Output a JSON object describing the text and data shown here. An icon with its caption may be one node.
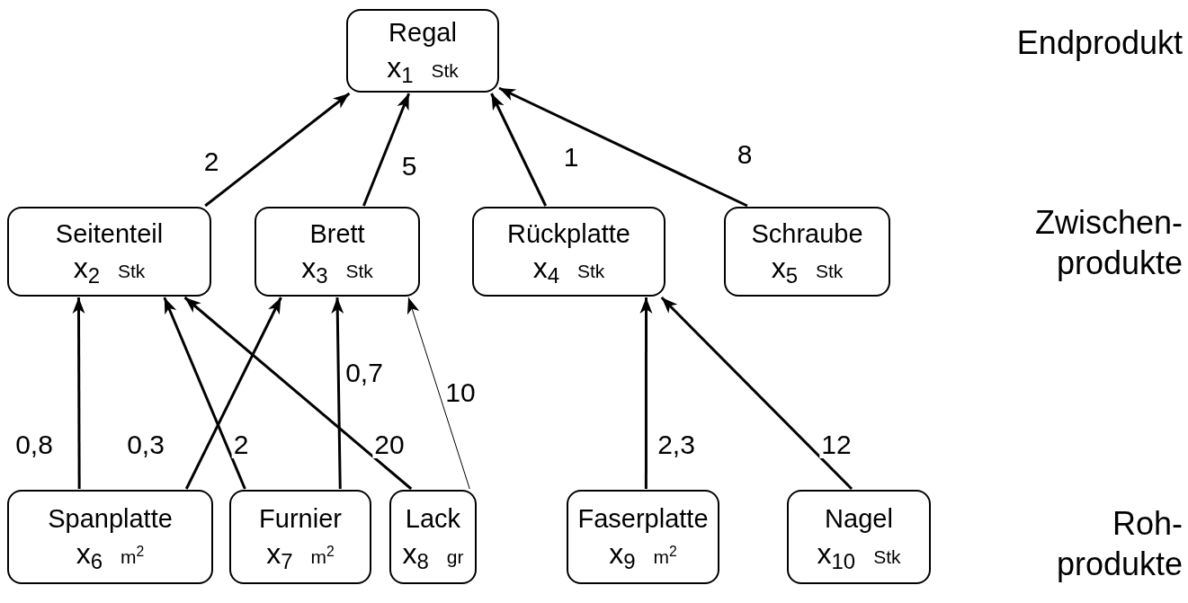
{
  "diagram": {
    "nodes": [
      {
        "text": [
          "Regal",
          "x$_{1}$",
          "Stk"
        ]
      },
      {
        "text": [
          "Seitenteil",
          "x$_{2}$",
          "Stk"
        ]
      },
      {
        "text": [
          "Brett",
          "x$_{3}$",
          "Stk"
        ]
      },
      {
        "text": [
          "Rückplatte",
          "x$_{4}$",
          "Stk"
        ]
      },
      {
        "text": [
          "Schraube",
          "x$_{5}$",
          "Stk"
        ]
      },
      {
        "text": [
          "Spanplatte",
          "x$_{6}$",
          "m$^{2}$"
        ]
      },
      {
        "text": [
          "Furnier",
          "x$_{7}$",
          "m$^{2}$"
        ]
      },
      {
        "text": [
          "Lack",
          "x$_{8}$",
          "gr"
        ]
      },
      {
        "text": [
          "Faserplatte",
          "x$_{9}$",
          "m$^{2}$"
        ]
      },
      {
        "text": [
          "Nagel",
          "x$_{10}$",
          "Stk"
        ]
      }
    ],
    "edges": [
      {
        "from": 1,
        "to": 0,
        "arrow": "to",
        "label": "2"
      },
      {
        "from": 2,
        "to": 0,
        "arrow": "to",
        "label": "5"
      },
      {
        "from": 3,
        "to": 0,
        "arrow": "to",
        "label": "1"
      },
      {
        "from": 4,
        "to": 0,
        "arrow": "to",
        "label": "8"
      },
      {
        "from": 5,
        "to": 1,
        "arrow": "to",
        "label": "0,8"
      },
      {
        "from": 5,
        "to": 2,
        "arrow": "to",
        "label": "0,3"
      },
      {
        "from": 6,
        "to": 1,
        "arrow": "to",
        "label": "2"
      },
      {
        "from": 6,
        "to": 2,
        "arrow": "to",
        "label": "0,7"
      },
      {
        "from": 7,
        "to": 1,
        "arrow": "to",
        "label": "20"
      },
      {
        "from": 7,
        "to": 2,
        "arrow": "to",
        "label": "10"
      },
      {
        "from": 8,
        "to": 3,
        "arrow": "to",
        "label": "2,3"
      },
      {
        "from": 9,
        "to": 3,
        "arrow": "to",
        "label": "12"
      }
    ],
    "labels": [
      "Endprodukt",
      "Zwischen- produkte",
      "Roh- produkte"
    ]
  }
}
